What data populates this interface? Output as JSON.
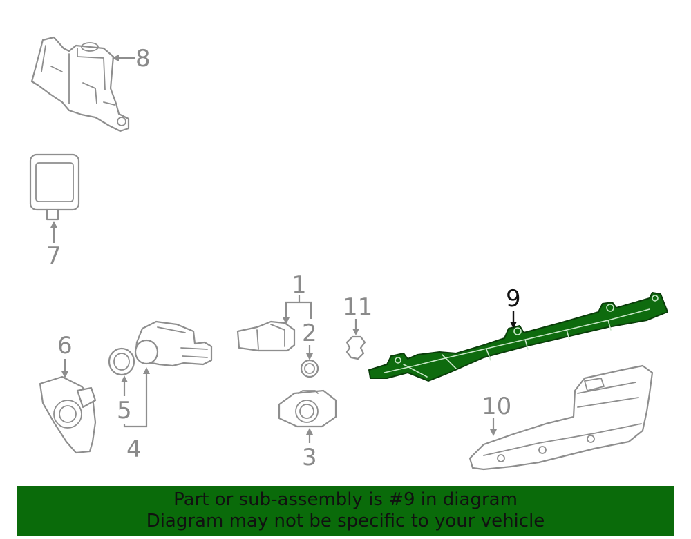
{
  "callouts": {
    "c1": "1",
    "c2": "2",
    "c3": "3",
    "c4": "4",
    "c5": "5",
    "c6": "6",
    "c7": "7",
    "c8": "8",
    "c9": "9",
    "c10": "10",
    "c11": "11"
  },
  "highlighted_part": "9",
  "colors": {
    "highlight": "#0e6b0e",
    "banner": "#0a6b0a",
    "line": "#8e8e8e"
  },
  "banner": {
    "line1": "Part or sub-assembly is #9 in diagram",
    "line2": "Diagram may not be specific to your vehicle"
  }
}
